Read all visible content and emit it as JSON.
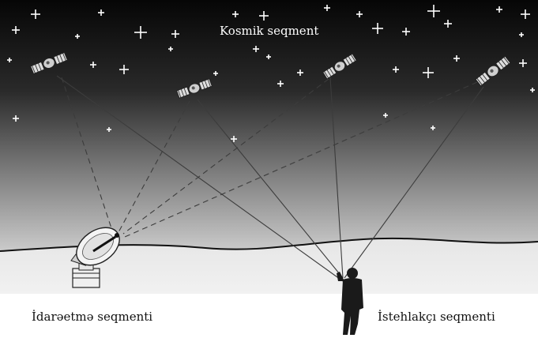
{
  "labels": {
    "space_segment": "Kosmik seqment",
    "control_segment": "İdarəetmə seqmenti",
    "user_segment": "İstehlakçı seqmenti"
  },
  "satellites": [
    {
      "id": "sat-1"
    },
    {
      "id": "sat-2"
    },
    {
      "id": "sat-3"
    },
    {
      "id": "sat-4"
    }
  ],
  "colors": {
    "sky_top": "#0a0a0a",
    "sky_bottom": "#c9c9c9",
    "ground": "#f2f2f2",
    "horizon": "#111111",
    "signal_line": "#3a3a3a"
  }
}
